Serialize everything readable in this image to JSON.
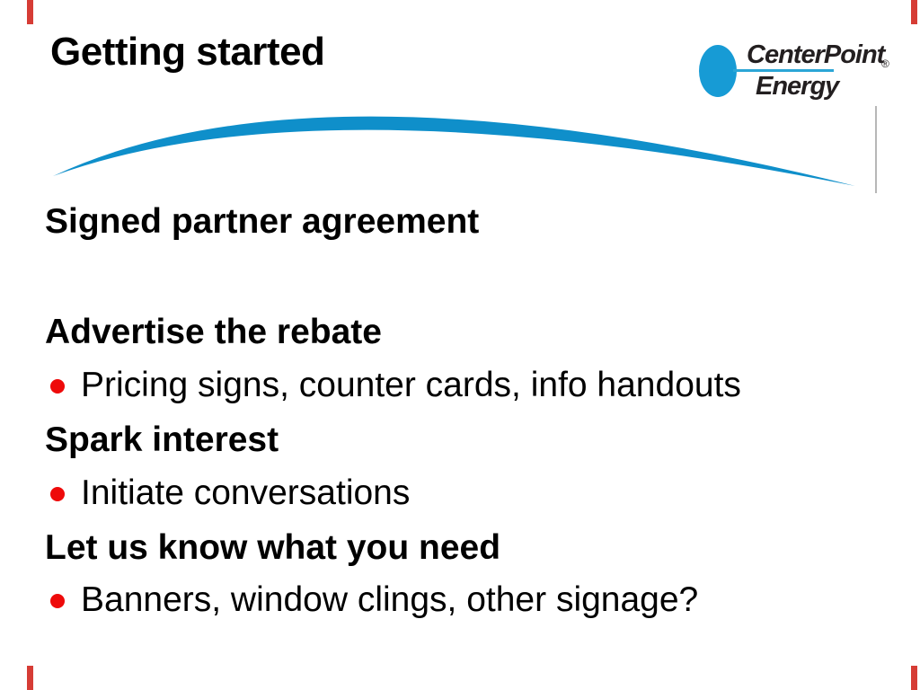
{
  "slide": {
    "title": "Getting started",
    "body": {
      "lines": [
        {
          "style": "heading",
          "text": "Signed partner agreement"
        },
        {
          "style": "heading",
          "text": "Advertise the rebate"
        },
        {
          "style": "bullet",
          "text": "Pricing signs, counter cards, info handouts"
        },
        {
          "style": "heading",
          "text": "Spark interest"
        },
        {
          "style": "bullet",
          "text": "Initiate conversations"
        },
        {
          "style": "heading",
          "text": "Let us know what you need"
        },
        {
          "style": "bullet",
          "text": "Banners, window clings, other signage?"
        }
      ]
    }
  },
  "logo": {
    "line1": "CenterPoint",
    "registered": "®",
    "line2": "Energy"
  },
  "colors": {
    "brand_swoosh_blue": "#0f8fca",
    "logo_circle_blue": "#179bd5",
    "logo_underline_blue": "#2ba6d6",
    "logo_text": "#231f20",
    "bullet_red": "#ee0a0a",
    "corner_mark_red": "#d63c35",
    "right_tick_gray": "#b7b7b7",
    "text_black": "#000000",
    "background": "#ffffff"
  }
}
